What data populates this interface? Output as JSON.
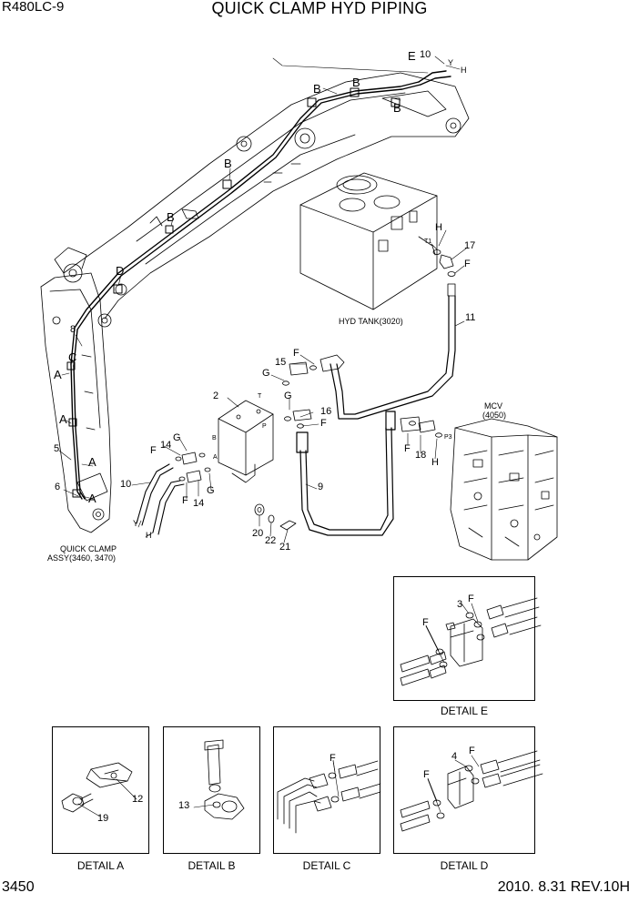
{
  "header": {
    "model": "R480LC-9",
    "title": "QUICK CLAMP HYD PIPING"
  },
  "footer": {
    "page_number": "3450",
    "revision": "2010. 8.31  REV.10H"
  },
  "main_labels": {
    "hyd_tank": "HYD TANK(3020)",
    "mcv": "MCV",
    "mcv_no": "(4050)",
    "quick_clamp_1": "QUICK CLAMP",
    "quick_clamp_2": "ASSY(3460, 3470)",
    "port_t1": "T1",
    "port_p3": "P3",
    "port_t": "T",
    "port_p": "P",
    "port_a": "A",
    "port_b": "B"
  },
  "callouts": {
    "A": "A",
    "B": "B",
    "C": "C",
    "D": "D",
    "E": "E",
    "F": "F",
    "G": "G",
    "H": "H",
    "Y": "Y",
    "n2": "2",
    "n3": "3",
    "n4": "4",
    "n5": "5",
    "n6": "6",
    "n8": "8",
    "n9": "9",
    "n10": "10",
    "n11": "11",
    "n12": "12",
    "n13": "13",
    "n14": "14",
    "n15": "15",
    "n16": "16",
    "n17": "17",
    "n18": "18",
    "n19": "19",
    "n20": "20",
    "n21": "21",
    "n22": "22"
  },
  "details": {
    "a": "DETAIL  A",
    "b": "DETAIL  B",
    "c": "DETAIL  C",
    "d": "DETAIL  D",
    "e": "DETAIL  E"
  }
}
